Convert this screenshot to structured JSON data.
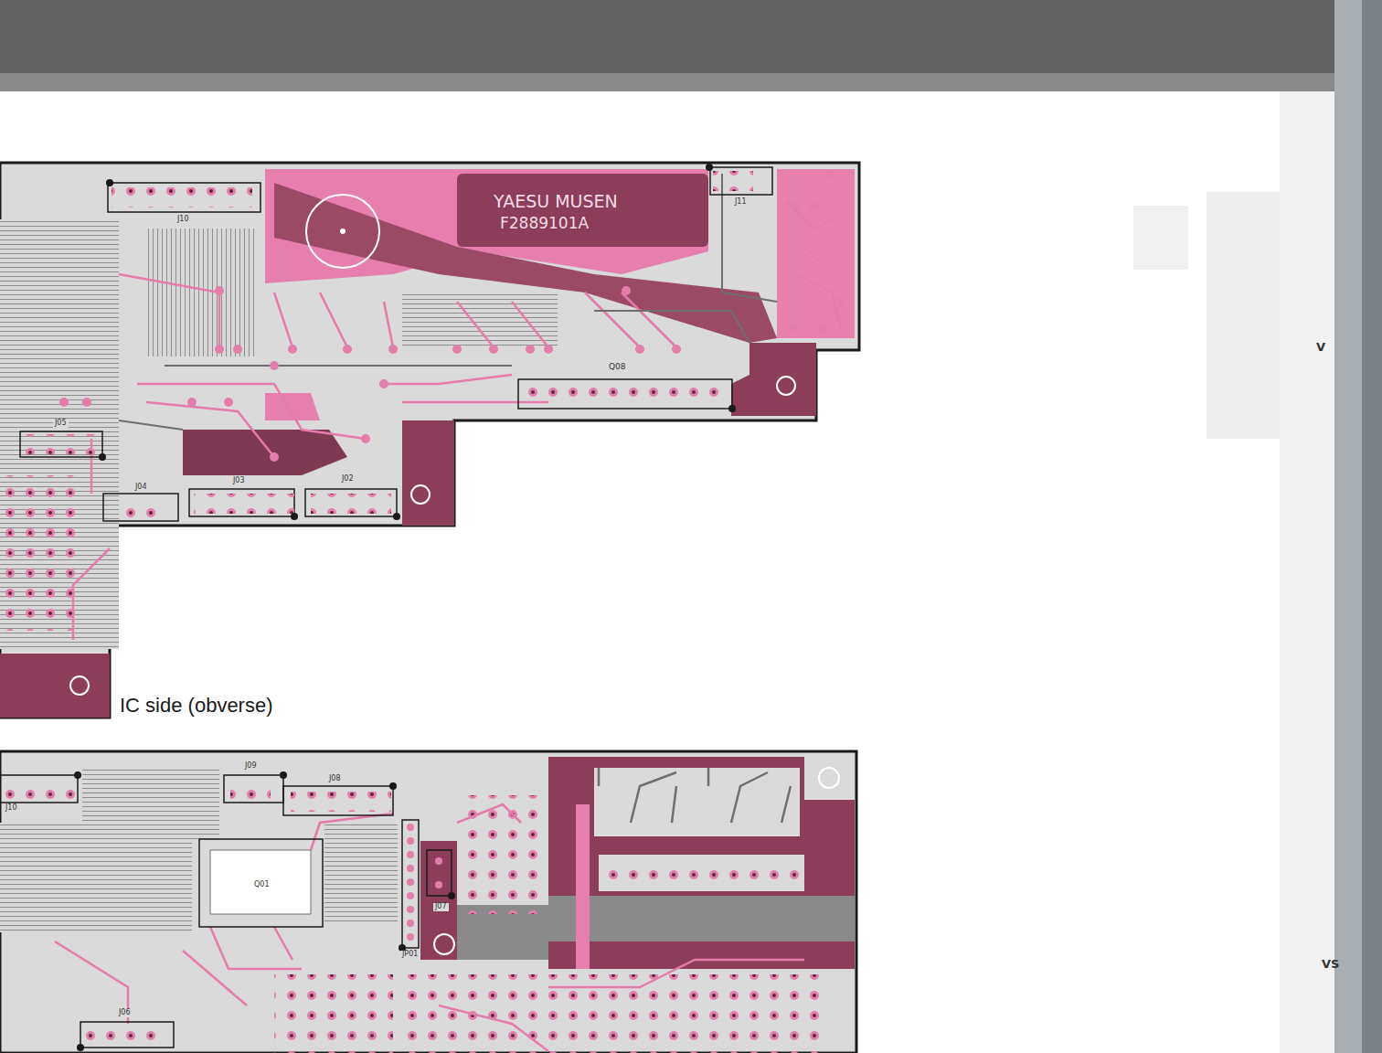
{
  "diagram": {
    "caption": "IC side (obverse)",
    "labels": [
      "YAESU MUSEN",
      "F2889101A",
      "J10",
      "J11",
      "Q08",
      "J05",
      "J04",
      "J03",
      "J02",
      "J09",
      "J08",
      "J10",
      "Q01",
      "J07",
      "JP01",
      "J06",
      "V",
      "VS"
    ]
  }
}
